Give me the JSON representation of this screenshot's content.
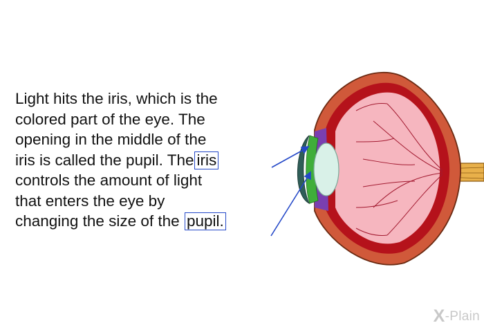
{
  "text": {
    "line1": "Light hits the iris, which is the",
    "line2": "colored part of the eye. The",
    "line3": "opening in the middle of the",
    "line4_pre": "iris is called the pupil. The",
    "line4_highlight": "iris",
    "line5": "controls the amount of light",
    "line6": "that enters the eye by",
    "line7_pre": "changing the size of the",
    "line7_highlight": "pupil."
  },
  "logo": {
    "mark": "X",
    "word": "-Plain"
  },
  "colors": {
    "highlight_border": "#2448c8",
    "arrow": "#2448c8",
    "sclera_outer": "#c9502a",
    "choroid": "#b5121b",
    "retina": "#f6b6bf",
    "iris": "#7a3fb0",
    "cornea": "#3a6b63",
    "lens": "#d9f1e8",
    "optic_nerve": "#e8b04a"
  },
  "icons": {
    "illustration": "eye-cross-section-icon",
    "logo": "xplain-logo-icon"
  }
}
